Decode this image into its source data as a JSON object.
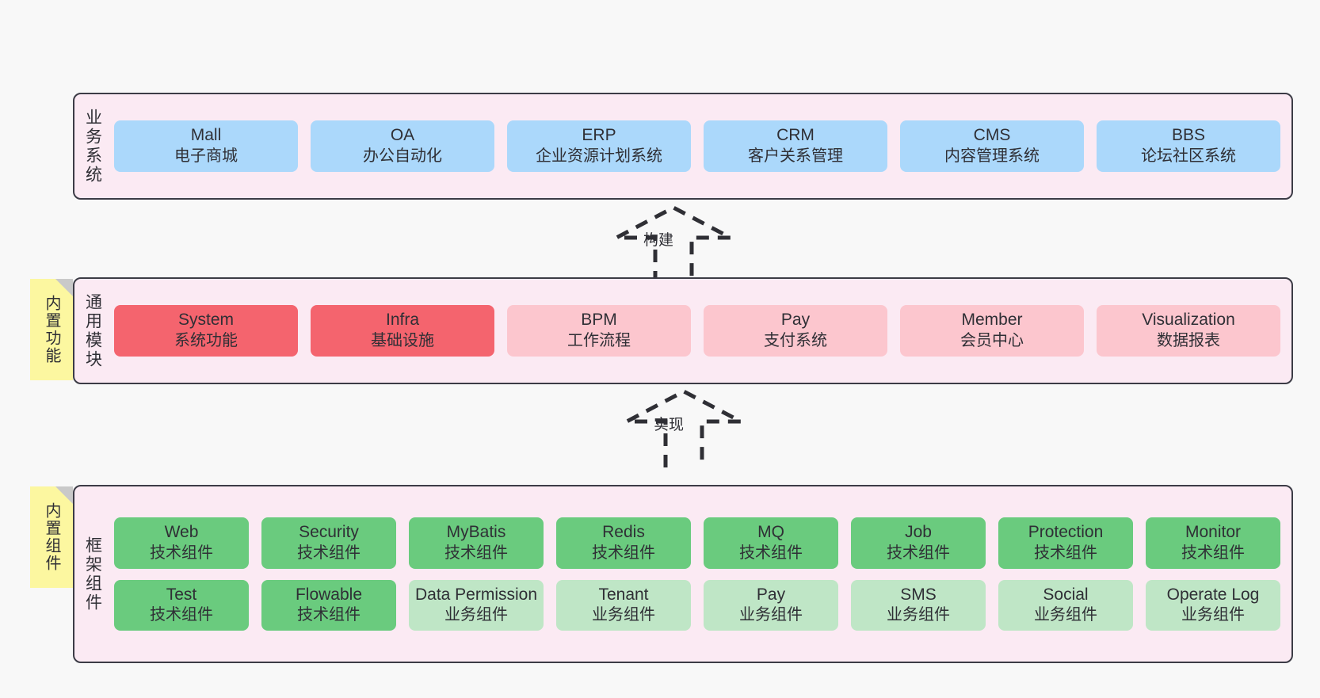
{
  "diagram": {
    "title": "",
    "colors": {
      "container_bg": "#fbeaf3",
      "container_border": "#3c3c46",
      "blue": "#abd8fb",
      "red": "#f4646e",
      "pink": "#fcc6ce",
      "green": "#6acb7e",
      "light_green": "#bfe6c6",
      "sticky_yellow": "#fcf7a0",
      "page_bg": "#f8f8f8"
    }
  },
  "layers": {
    "business": {
      "title": "业务系统",
      "nodes": [
        {
          "name": "Mall",
          "sub": "电子商城",
          "color": "blue"
        },
        {
          "name": "OA",
          "sub": "办公自动化",
          "color": "blue"
        },
        {
          "name": "ERP",
          "sub": "企业资源计划系统",
          "color": "blue"
        },
        {
          "name": "CRM",
          "sub": "客户关系管理",
          "color": "blue"
        },
        {
          "name": "CMS",
          "sub": "内容管理系统",
          "color": "blue"
        },
        {
          "name": "BBS",
          "sub": "论坛社区系统",
          "color": "blue"
        }
      ]
    },
    "common": {
      "title": "通用模块",
      "sticky": "内置功能",
      "nodes": [
        {
          "name": "System",
          "sub": "系统功能",
          "color": "red"
        },
        {
          "name": "Infra",
          "sub": "基础设施",
          "color": "red"
        },
        {
          "name": "BPM",
          "sub": "工作流程",
          "color": "pink"
        },
        {
          "name": "Pay",
          "sub": "支付系统",
          "color": "pink"
        },
        {
          "name": "Member",
          "sub": "会员中心",
          "color": "pink"
        },
        {
          "name": "Visualization",
          "sub": "数据报表",
          "color": "pink"
        }
      ]
    },
    "framework": {
      "title": "框架组件",
      "sticky": "内置组件",
      "row1": [
        {
          "name": "Web",
          "sub": "技术组件",
          "color": "green"
        },
        {
          "name": "Security",
          "sub": "技术组件",
          "color": "green"
        },
        {
          "name": "MyBatis",
          "sub": "技术组件",
          "color": "green"
        },
        {
          "name": "Redis",
          "sub": "技术组件",
          "color": "green"
        },
        {
          "name": "MQ",
          "sub": "技术组件",
          "color": "green"
        },
        {
          "name": "Job",
          "sub": "技术组件",
          "color": "green"
        },
        {
          "name": "Protection",
          "sub": "技术组件",
          "color": "green"
        },
        {
          "name": "Monitor",
          "sub": "技术组件",
          "color": "green"
        }
      ],
      "row2": [
        {
          "name": "Test",
          "sub": "技术组件",
          "color": "green"
        },
        {
          "name": "Flowable",
          "sub": "技术组件",
          "color": "green"
        },
        {
          "name": "Data Permission",
          "sub": "业务组件",
          "color": "light_green"
        },
        {
          "name": "Tenant",
          "sub": "业务组件",
          "color": "light_green"
        },
        {
          "name": "Pay",
          "sub": "业务组件",
          "color": "light_green"
        },
        {
          "name": "SMS",
          "sub": "业务组件",
          "color": "light_green"
        },
        {
          "name": "Social",
          "sub": "业务组件",
          "color": "light_green"
        },
        {
          "name": "Operate Log",
          "sub": "业务组件",
          "color": "light_green"
        }
      ]
    }
  },
  "connectors": [
    {
      "label": "构建",
      "from": "common",
      "to": "business",
      "style": "dashed-generalization"
    },
    {
      "label": "实现",
      "from": "framework",
      "to": "common",
      "style": "dashed-generalization"
    }
  ]
}
